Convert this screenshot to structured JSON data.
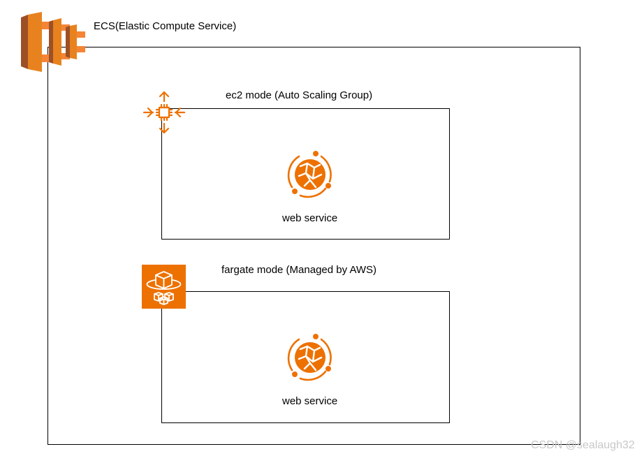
{
  "ecs": {
    "title": "ECS(Elastic Compute Service)",
    "icon": "ecs-icon"
  },
  "ec2_group": {
    "title": "ec2 mode (Auto Scaling Group)",
    "icon": "auto-scaling-icon",
    "service": {
      "label": "web service",
      "icon": "web-service-icon"
    }
  },
  "fargate_group": {
    "title": "fargate mode (Managed by AWS)",
    "icon": "fargate-icon",
    "service": {
      "label": "web service",
      "icon": "web-service-icon"
    }
  },
  "watermark": "CSDN @sealaugh32",
  "colors": {
    "aws_orange": "#ED7100",
    "ecs_orange": "#E8821E",
    "border": "#000000"
  }
}
